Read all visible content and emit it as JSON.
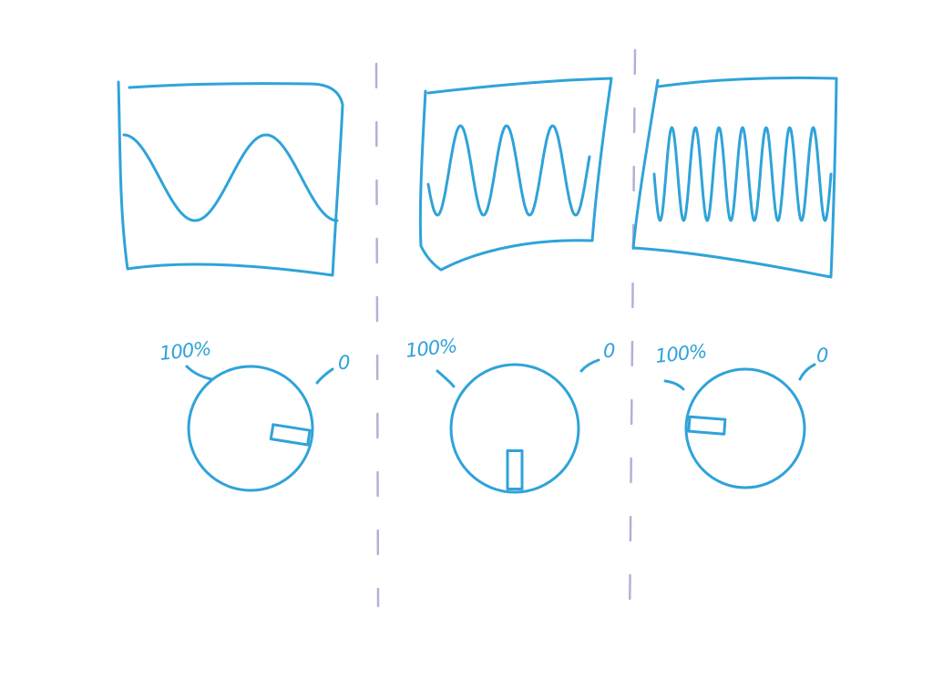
{
  "colors": {
    "ink": "#2fa3d9",
    "divider": "#b4b0d6",
    "background": "#ffffff"
  },
  "panels": [
    {
      "id": "low-frequency",
      "wave_cycles": 1.5,
      "knob": {
        "max_label": "100%",
        "min_label": "0",
        "level": 0.2
      }
    },
    {
      "id": "medium-frequency",
      "wave_cycles": 3.5,
      "knob": {
        "max_label": "100%",
        "min_label": "0",
        "level": 0.5
      }
    },
    {
      "id": "high-frequency",
      "wave_cycles": 7.5,
      "knob": {
        "max_label": "100%",
        "min_label": "0",
        "level": 0.85
      }
    }
  ]
}
